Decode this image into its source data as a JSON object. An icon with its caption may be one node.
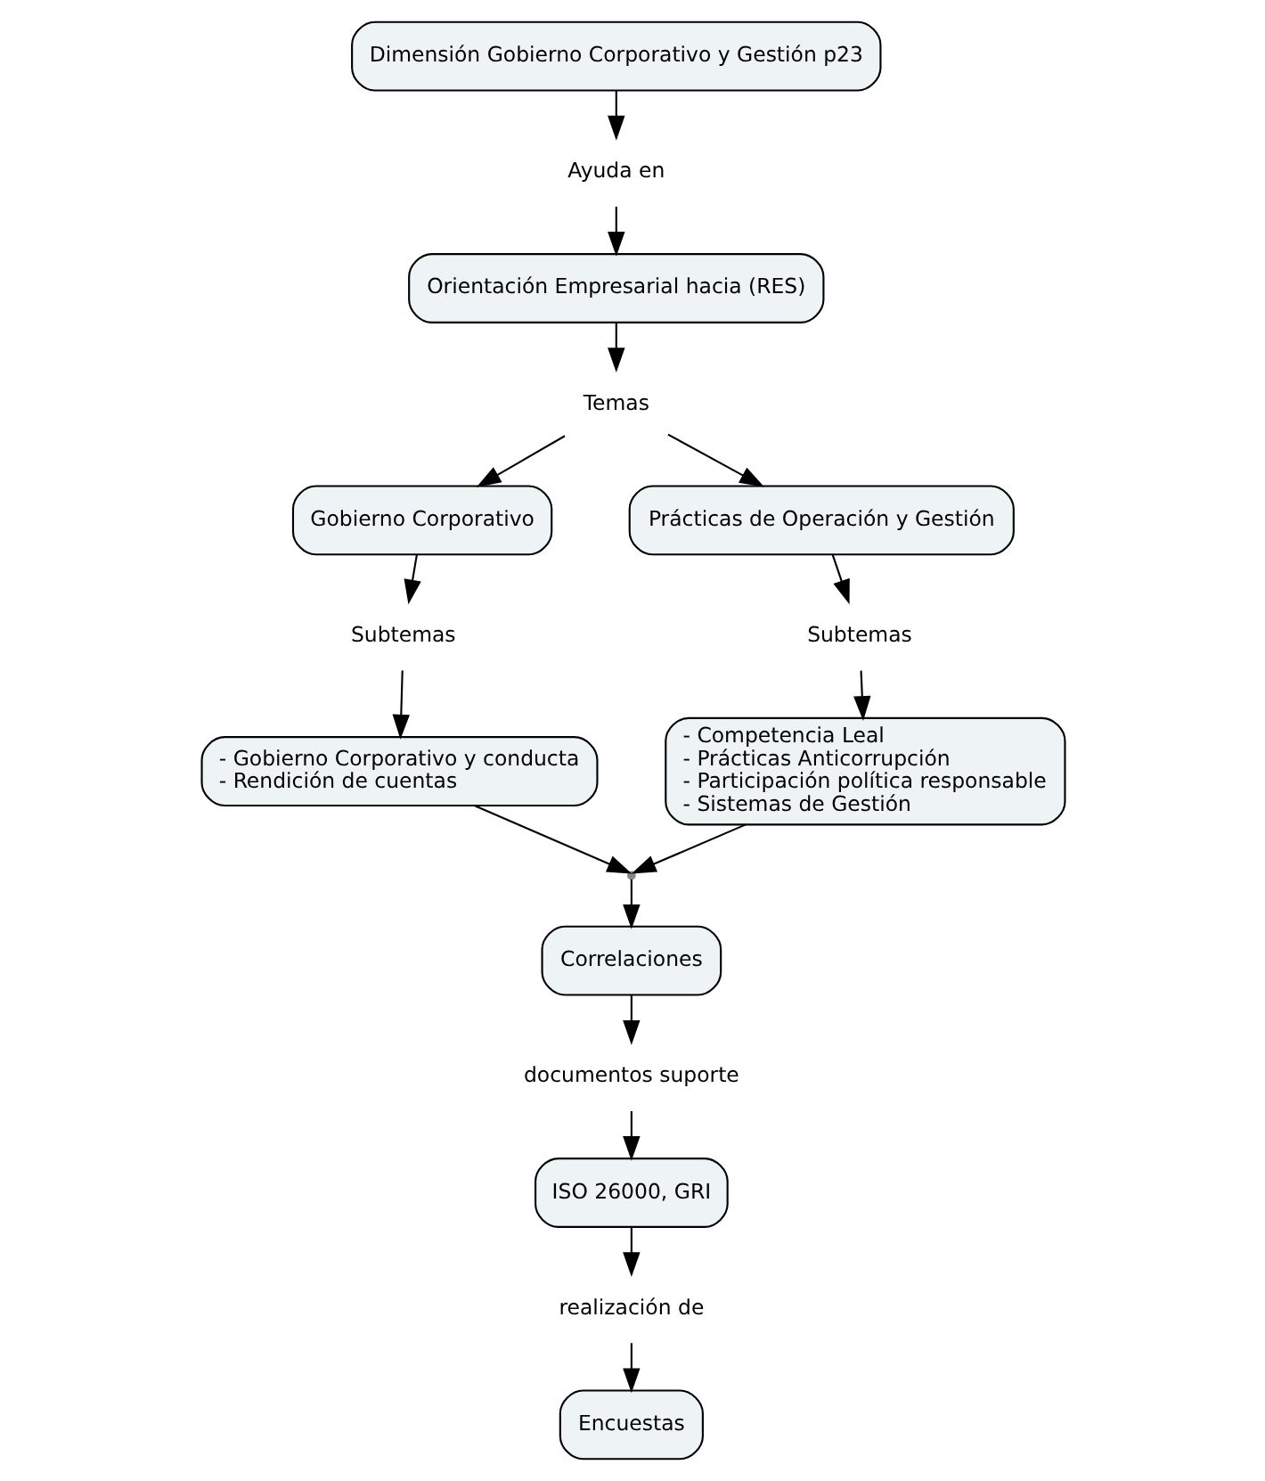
{
  "diagram": {
    "nodes": [
      {
        "text": [
          "Dimensión Gobierno Corporativo y Gestión p23"
        ]
      },
      {
        "text": [
          "Ayuda en"
        ]
      },
      {
        "text": [
          "Orientación Empresarial hacia (RES)"
        ]
      },
      {
        "text": [
          "Temas"
        ]
      },
      {
        "text": [
          "Gobierno Corporativo"
        ]
      },
      {
        "text": [
          "Prácticas de Operación y Gestión"
        ]
      },
      {
        "text": [
          "Subtemas"
        ]
      },
      {
        "text": [
          "Subtemas"
        ]
      },
      {
        "text": [
          "- Gobierno Corporativo y conducta",
          "- Rendición de cuentas"
        ]
      },
      {
        "text": [
          "- Competencia Leal",
          "- Prácticas Anticorrupción",
          "- Participación política responsable",
          "- Sistemas de Gestión"
        ]
      },
      {
        "text": [],
        "shape": "point"
      },
      {
        "text": [
          "Correlaciones"
        ]
      },
      {
        "text": [
          "documentos suporte"
        ]
      },
      {
        "text": [
          "ISO 26000, GRI"
        ]
      },
      {
        "text": [
          "realización de"
        ]
      },
      {
        "text": [
          "Encuestas"
        ]
      }
    ],
    "edges": [
      {
        "from": 0,
        "to": 1,
        "arrow": "to"
      },
      {
        "from": 1,
        "to": 2,
        "arrow": "to"
      },
      {
        "from": 2,
        "to": 3,
        "arrow": "to"
      },
      {
        "from": 3,
        "to": 4,
        "arrow": "to"
      },
      {
        "from": 3,
        "to": 5,
        "arrow": "to"
      },
      {
        "from": 4,
        "to": 6,
        "arrow": "to"
      },
      {
        "from": 6,
        "to": 8,
        "arrow": "to"
      },
      {
        "from": 5,
        "to": 7,
        "arrow": "to"
      },
      {
        "from": 7,
        "to": 9,
        "arrow": "to"
      },
      {
        "from": 8,
        "to": 10,
        "arrow": "to"
      },
      {
        "from": 9,
        "to": 10,
        "arrow": "to"
      },
      {
        "from": 10,
        "to": 11,
        "arrow": "to"
      },
      {
        "from": 11,
        "to": 12,
        "arrow": "to"
      },
      {
        "from": 12,
        "to": 13,
        "arrow": "to"
      },
      {
        "from": 13,
        "to": 14,
        "arrow": "to"
      },
      {
        "from": 14,
        "to": 15,
        "arrow": "to"
      }
    ]
  }
}
